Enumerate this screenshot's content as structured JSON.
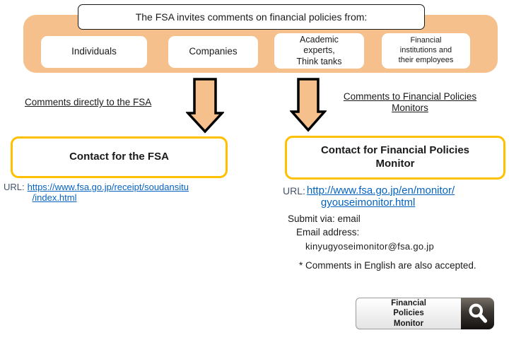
{
  "banner": {
    "title": "The FSA invites comments on financial policies from:",
    "groups": [
      {
        "label": "Individuals"
      },
      {
        "label": "Companies"
      },
      {
        "label": "Academic\nexperts,\nThink tanks"
      },
      {
        "label": "Financial\ninstitutions and\ntheir employees"
      }
    ]
  },
  "left_channel": {
    "heading": "Comments directly to the FSA",
    "contact_box": "Contact for the FSA",
    "url_label": "URL:",
    "url_line1": "https://www.fsa.go.jp/receipt/soudansitu",
    "url_line2": "/index.html"
  },
  "right_channel": {
    "heading": "Comments to Financial Policies\nMonitors",
    "contact_box": "Contact for Financial Policies\nMonitor",
    "url_label": "URL:",
    "url_line1": "http://www.fsa.go.jp/en/monitor/",
    "url_line2": "gyouseimonitor.html",
    "submit_via": "Submit via: email",
    "email_label": "Email address:",
    "email_address": "kinyugyoseimonitor@fsa.go.jp",
    "note": "* Comments in English are also accepted."
  },
  "search_widget": {
    "label": "Financial\nPolicies\nMonitor",
    "icon": "magnifier-icon"
  },
  "colors": {
    "peach": "#F5C08C",
    "gold": "#FFC000",
    "link_blue": "#0563C1",
    "url_label_blue": "#44546A",
    "arrow_outline": "#000000"
  }
}
